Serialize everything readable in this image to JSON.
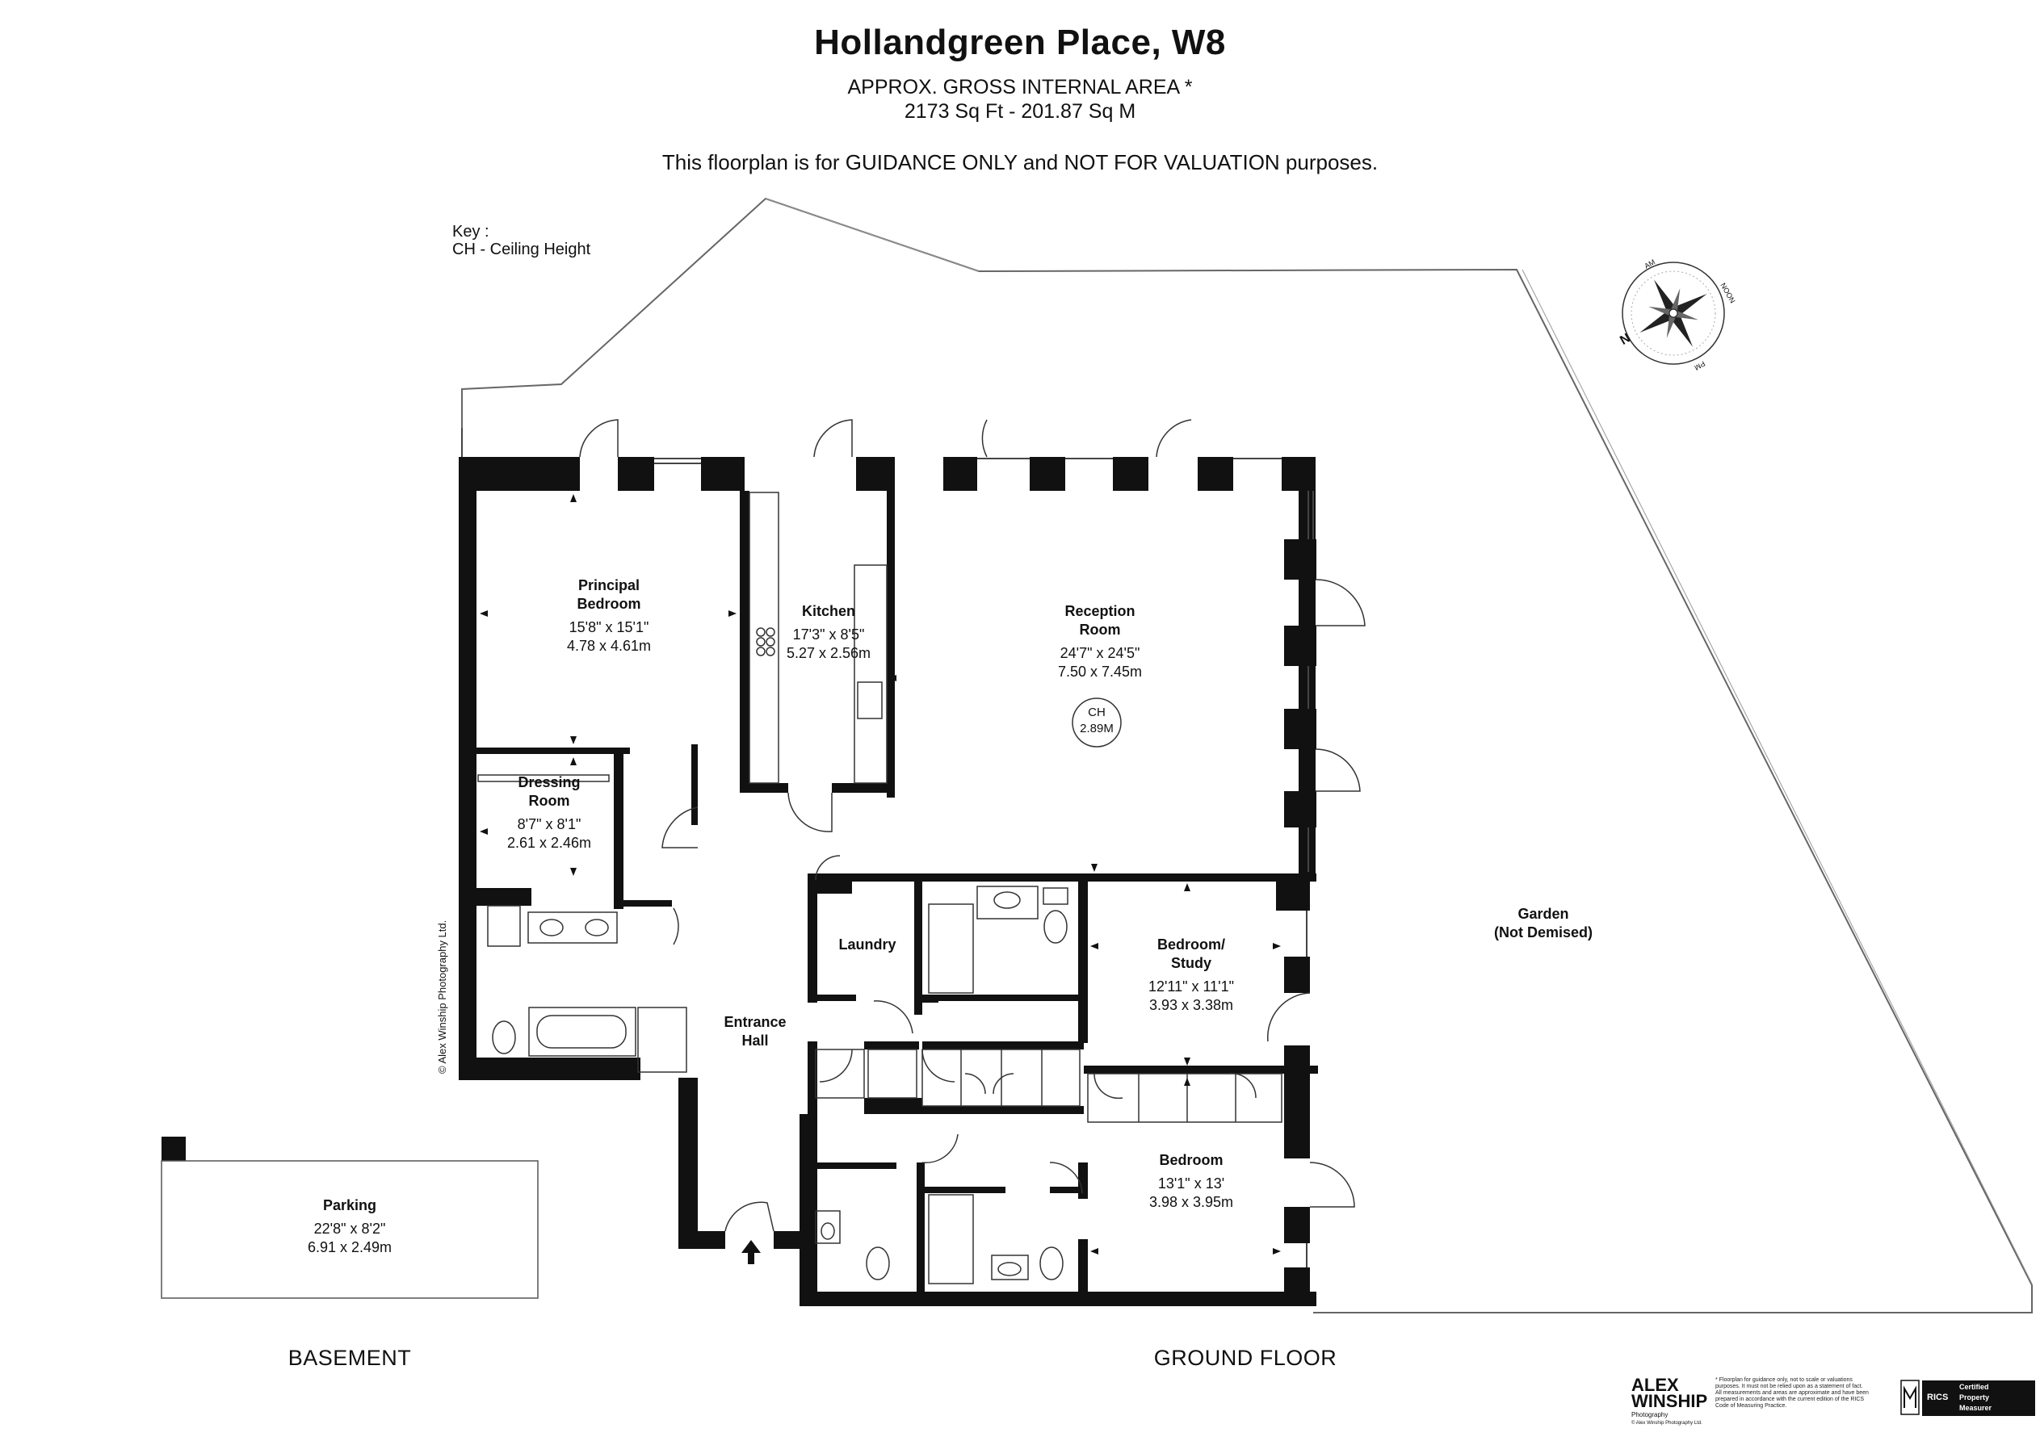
{
  "header": {
    "title": "Hollandgreen Place, W8",
    "area_label": "APPROX. GROSS INTERNAL  AREA *",
    "area_value": "2173 Sq Ft  -  201.87 Sq M",
    "disclaimer": "This floorplan is for GUIDANCE ONLY and NOT FOR VALUATION purposes."
  },
  "key": {
    "title": "Key :",
    "entry": "CH - Ceiling Height"
  },
  "rooms": {
    "principal_bedroom": {
      "name1": "Principal",
      "name2": "Bedroom",
      "imperial": "15'8\" x 15'1\"",
      "metric": "4.78 x 4.61m"
    },
    "kitchen": {
      "name1": "Kitchen",
      "imperial": "17'3\" x 8'5\"",
      "metric": "5.27 x 2.56m"
    },
    "reception": {
      "name1": "Reception",
      "name2": "Room",
      "imperial": "24'7\" x 24'5\"",
      "metric": "7.50 x 7.45m"
    },
    "dressing": {
      "name1": "Dressing",
      "name2": "Room",
      "imperial": "8'7\" x 8'1\"",
      "metric": "2.61 x 2.46m"
    },
    "laundry": {
      "name1": "Laundry"
    },
    "entrance_hall": {
      "name1": "Entrance",
      "name2": "Hall"
    },
    "bedroom_study": {
      "name1": "Bedroom/",
      "name2": "Study",
      "imperial": "12'11\" x 11'1\"",
      "metric": "3.93 x 3.38m"
    },
    "bedroom": {
      "name1": "Bedroom",
      "imperial": "13'1\" x 13'",
      "metric": "3.98 x 3.95m"
    },
    "garden": {
      "name1": "Garden",
      "name2": "(Not Demised)"
    },
    "parking": {
      "name1": "Parking",
      "imperial": "22'8\" x 8'2\"",
      "metric": "6.91 x 2.49m"
    }
  },
  "ceiling_height": {
    "label": "CH",
    "value": "2.89M"
  },
  "floors": {
    "basement": "BASEMENT",
    "ground": "GROUND FLOOR"
  },
  "compass": {
    "n": "N",
    "top": "AM",
    "right": "NOON",
    "bottom": "PM"
  },
  "copyright": "© Alex Winship Photography Ltd.",
  "footer": {
    "logo_line1": "ALEX",
    "logo_line2": "WINSHIP",
    "logo_sub": "Photography",
    "logo_copy": "© Alex Winship Photography Ltd.",
    "fine_print": "* Floorplan for guidance only, not to scale or valuations purposes. It must not be relied upon as a statement of fact. All measurements and areas are approximate and have been prepared in accordance with the current edition of the RICS Code of Measuring Practice.",
    "rics_label": "RICS",
    "badge_line1": "Certified",
    "badge_line2": "Property",
    "badge_line3": "Measurer"
  }
}
